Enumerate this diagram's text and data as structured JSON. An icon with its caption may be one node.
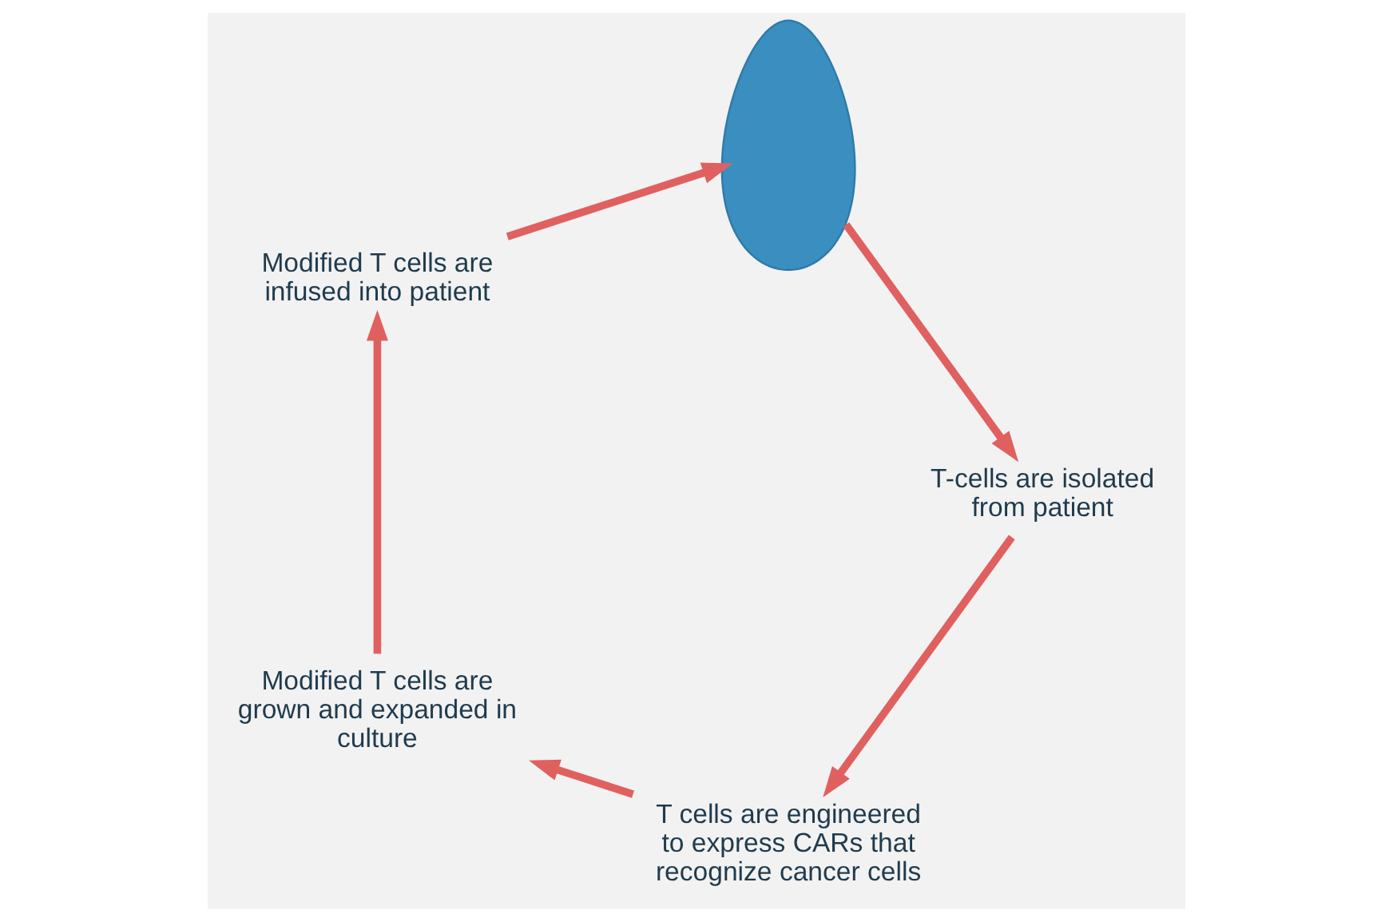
{
  "diagram": {
    "nodes": [
      {
        "text": [
          "T cells are engineered to express CARs that recognize cancer cells"
        ]
      },
      {
        "text": [
          "Modified T cells are grown and expanded in culture"
        ]
      },
      {
        "text": [
          "Modified T cells are infused into patient"
        ]
      },
      {
        "text": [],
        "shape": "person"
      },
      {
        "text": [
          "T-cells are isolated from patient"
        ]
      }
    ],
    "edges": [
      {
        "from": 0,
        "to": 1,
        "arrow": "to"
      },
      {
        "from": 1,
        "to": 2,
        "arrow": "to"
      },
      {
        "from": 2,
        "to": 3,
        "arrow": "to"
      },
      {
        "from": 3,
        "to": 4,
        "arrow": "to"
      },
      {
        "from": 4,
        "to": 0,
        "arrow": "to"
      }
    ]
  }
}
